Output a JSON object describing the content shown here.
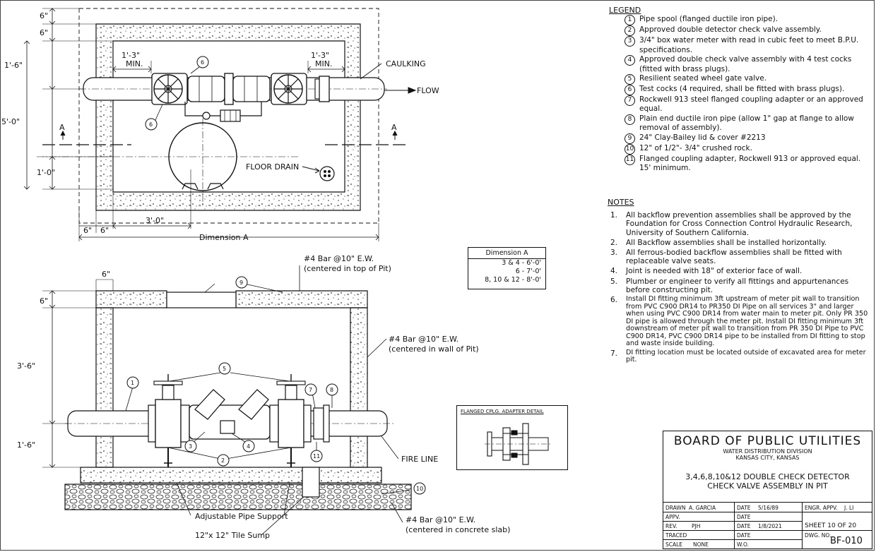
{
  "legend": {
    "title": "LEGEND",
    "items": [
      {
        "num": "1",
        "text": "Pipe spool (flanged ductile iron pipe)."
      },
      {
        "num": "2",
        "text": "Approved double detector check valve assembly."
      },
      {
        "num": "3",
        "text": "3/4\" box water meter with read in cubic feet to meet B.P.U. specifications."
      },
      {
        "num": "4",
        "text": "Approved double check valve assembly with 4 test cocks (fitted with brass plugs)."
      },
      {
        "num": "5",
        "text": "Resilient seated wheel gate valve."
      },
      {
        "num": "6",
        "text": "Test cocks (4 required, shall be fitted with brass plugs)."
      },
      {
        "num": "7",
        "text": "Rockwell 913 steel flanged coupling adapter or an approved equal."
      },
      {
        "num": "8",
        "text": "Plain end ductile iron pipe (allow 1\" gap at flange to allow removal of assembly)."
      },
      {
        "num": "9",
        "text": "24\" Clay-Bailey lid & cover #2213"
      },
      {
        "num": "10",
        "text": "12\" of 1/2\"- 3/4\" crushed rock."
      },
      {
        "num": "11",
        "text": "Flanged coupling adapter, Rockwell 913 or approved equal. 15' minimum."
      }
    ]
  },
  "notes": {
    "title": "NOTES",
    "items": [
      {
        "num": "1.",
        "text": "All backflow prevention assemblies shall be approved by the Foundation for Cross Connection Control Hydraulic Research, University of Southern California."
      },
      {
        "num": "2.",
        "text": "All Backflow assemblies shall be installed horizontally."
      },
      {
        "num": "3.",
        "text": "All ferrous-bodied backflow assemblies shall be fitted with replaceable valve seats."
      },
      {
        "num": "4.",
        "text": "Joint is needed with 18\" of exterior face of wall."
      },
      {
        "num": "5.",
        "text": "Plumber or engineer to verify all fittings and appurtenances before constructing pit."
      },
      {
        "num": "6.",
        "text": "Install DI fitting minimum 3ft upstream of meter pit wall to transition from PVC C900 DR14 to PR350 DI Pipe on all services 3\" and larger when using PVC C900 DR14 from water main to meter pit. Only PR 350 DI pipe is allowed through the meter pit. Install DI fitting minimum 3ft downstream of meter pit wall to transition from PR 350 DI Pipe to PVC C900 DR14, PVC C900 DR14 pipe to be installed from DI fitting to stop and waste inside building."
      },
      {
        "num": "7.",
        "text": "DI fitting location must be located outside of excavated area for meter pit."
      }
    ]
  },
  "plan": {
    "dims": {
      "d6a": "6\"",
      "d6b": "6\"",
      "d1_6": "1'-6\"",
      "d5_0": "5'-0\"",
      "d1_0": "1'-0\"",
      "min_left": "1'-3\"",
      "min_left2": "MIN.",
      "min_right": "1'-3\"",
      "min_right2": "MIN.",
      "bot6a": "6\"",
      "bot6b": "6\"",
      "bot3_0": "3'-0\"",
      "dimension_a": "Dimension A"
    },
    "labels": {
      "caulking": "CAULKING",
      "flow": "FLOW",
      "floor_drain": "FLOOR DRAIN",
      "section_a_left": "A",
      "section_a_right": "A"
    },
    "callouts": {
      "c6top": "6",
      "c6left": "6"
    }
  },
  "section": {
    "dims": {
      "top6": "6\"",
      "left6": "6\"",
      "d3_6": "3'-6\"",
      "d1_6": "1'-6\""
    },
    "labels": {
      "bar_top_1": "#4 Bar @10\" E.W.",
      "bar_top_2": "(centered in top of Pit)",
      "bar_wall_1": "#4 Bar @10\" E.W.",
      "bar_wall_2": "(centered in wall of Pit)",
      "bar_slab_1": "#4 Bar @10\" E.W.",
      "bar_slab_2": "(centered in concrete slab)",
      "fire_line": "FIRE LINE",
      "pipe_support": "Adjustable Pipe Support",
      "tile_sump": "12\"x 12\" Tile Sump"
    },
    "callouts": {
      "c9": "9",
      "c5": "5",
      "c1": "1",
      "c7": "7",
      "c8": "8",
      "c3": "3",
      "c4": "4",
      "c2": "2",
      "c11": "11",
      "c10": "10"
    }
  },
  "dimension_table": {
    "header": "Dimension A",
    "rows": [
      "3 & 4 - 6'-0'",
      "6 - 7'-0'",
      "8, 10 & 12 - 8'-0'"
    ]
  },
  "detail": {
    "caption": "FLANGED CPLG. ADAPTER DETAIL"
  },
  "title_block": {
    "org": "BOARD OF PUBLIC UTILITIES",
    "division": "WATER DISTRIBUTION DIVISION",
    "city": "KANSAS CITY, KANSAS",
    "title_1": "3,4,6,8,10&12 DOUBLE CHECK DETECTOR",
    "title_2": "CHECK VALVE ASSEMBLY IN PIT",
    "drawn_label": "DRAWN",
    "drawn_value": "A. GARCIA",
    "appv_label": "APPV.",
    "rev_label": "REV.",
    "rev_value": "PJH",
    "traced_label": "TRACED",
    "scale_label": "SCALE",
    "scale_value": "NONE",
    "date_label": "DATE",
    "date1": "5/16/89",
    "date3": "1/8/2021",
    "wo_label": "W.O.",
    "engr_label": "ENGR. APPV.",
    "engr_value": "J. LI",
    "sheet": "SHEET 10 OF 20",
    "dwg_label": "DWG. NO.",
    "dwg_no": "BF-010"
  }
}
